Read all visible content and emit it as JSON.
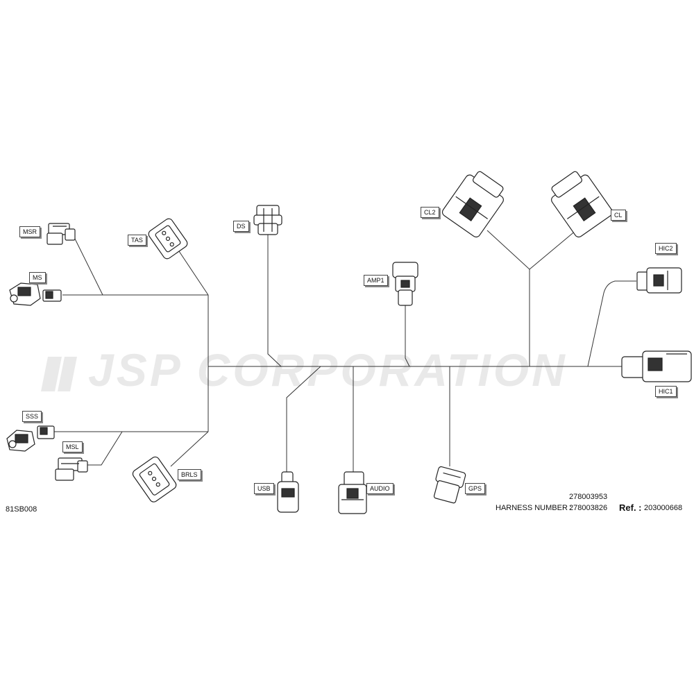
{
  "watermark": {
    "text": "JSP CORPORATION"
  },
  "labels": {
    "msr": "MSR",
    "ms": "MS",
    "tas": "TAS",
    "ds": "DS",
    "cl2": "CL2",
    "cl": "CL",
    "amp1": "AMP1",
    "hic2": "HIC2",
    "hic1": "HIC1",
    "sss": "SSS",
    "msl": "MSL",
    "brls": "BRLS",
    "usb": "USB",
    "audio": "AUDIO",
    "gps": "GPS"
  },
  "info": {
    "figure_code": "81SB008",
    "part_number_1": "278003953",
    "harness_label": "HARNESS NUMBER :",
    "part_number_2": "278003826",
    "ref_label": "Ref. :",
    "ref_value": "203000668"
  }
}
